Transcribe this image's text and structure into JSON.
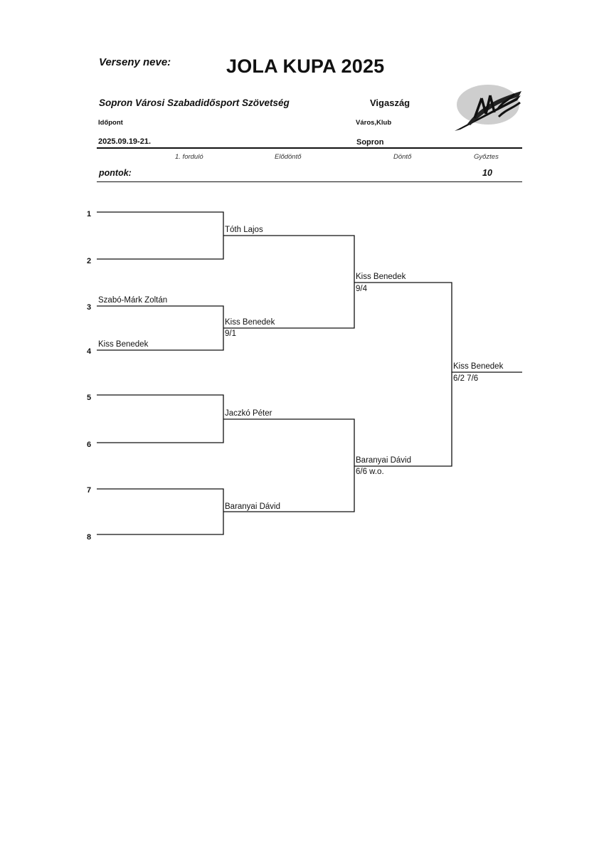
{
  "header": {
    "competition_label": "Verseny neve:",
    "title": "JOLA KUPA 2025",
    "organizer": "Sopron Városi Szabadidősport Szövetség",
    "event_type": "Vigaszág",
    "date_label": "Időpont",
    "city_label": "Város,Klub",
    "date": "2025.09.19-21.",
    "city": "Sopron"
  },
  "rounds": [
    "1. forduló",
    "Elődöntő",
    "Döntő",
    "Győztes"
  ],
  "points": {
    "label": "pontok:",
    "value": "10"
  },
  "logo": {
    "icon": "brush-logo-icon",
    "text": "MSS"
  },
  "bracket": {
    "seeds": [
      "1",
      "2",
      "3",
      "4",
      "5",
      "6",
      "7",
      "8"
    ],
    "first_round": [
      "",
      "",
      "Szabó-Márk Zoltán",
      "Kiss Benedek",
      "",
      "",
      "",
      ""
    ],
    "quarter_winners": [
      {
        "name": "Tóth Lajos",
        "score": ""
      },
      {
        "name": "Kiss Benedek",
        "score": "9/1"
      },
      {
        "name": "Jaczkó Péter",
        "score": ""
      },
      {
        "name": "Baranyai Dávid",
        "score": ""
      }
    ],
    "semi_winners": [
      {
        "name": "Kiss Benedek",
        "score": "9/4"
      },
      {
        "name": "Baranyai Dávid",
        "score": "6/6 w.o."
      }
    ],
    "champion": {
      "name": "Kiss Benedek",
      "score": "6/2 7/6"
    }
  }
}
